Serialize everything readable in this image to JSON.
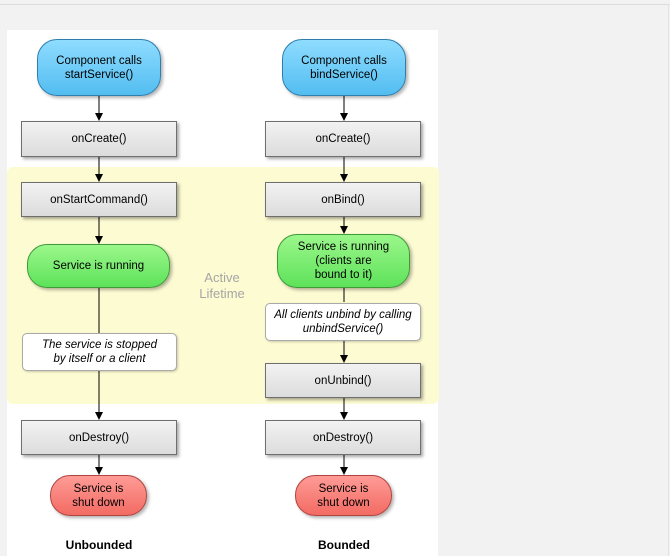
{
  "diagram": {
    "active_lifetime_label": "Active\nLifetime",
    "unbounded": {
      "caption": "Unbounded",
      "start": "Component calls\nstartService()",
      "on_create": "onCreate()",
      "on_start_command": "onStartCommand()",
      "running": "Service is running",
      "stopped_note": "The service is stopped\nby itself or a client",
      "on_destroy": "onDestroy()",
      "shut_down": "Service is\nshut down"
    },
    "bounded": {
      "caption": "Bounded",
      "start": "Component calls\nbindService()",
      "on_create": "onCreate()",
      "on_bind": "onBind()",
      "running": "Service is running\n(clients are\nbound to it)",
      "unbind_note": "All clients unbind by calling\nunbindService()",
      "on_unbind": "onUnbind()",
      "on_destroy": "onDestroy()",
      "shut_down": "Service is\nshut down"
    }
  }
}
